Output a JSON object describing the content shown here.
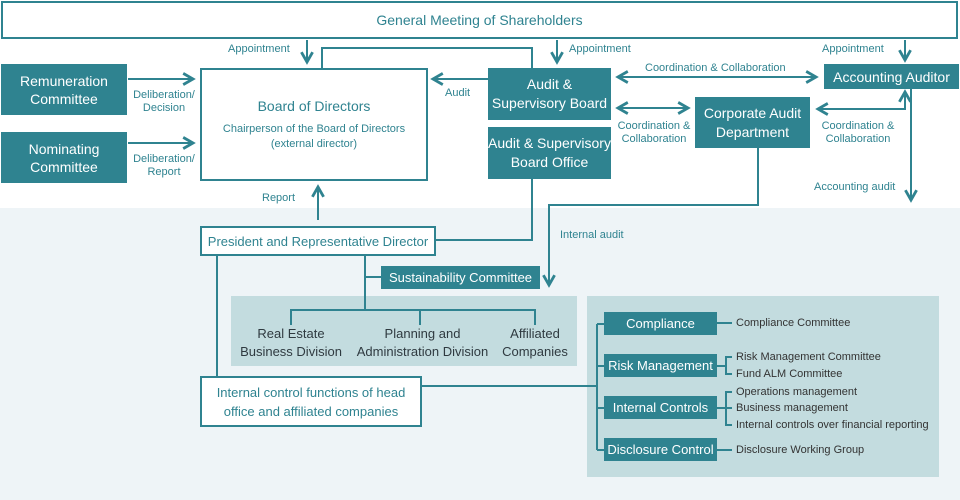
{
  "gms": "General Meeting of Shareholders",
  "remuneration": [
    "Remuneration",
    "Committee"
  ],
  "nominating": [
    "Nominating",
    "Committee"
  ],
  "board": {
    "title": "Board of Directors",
    "sub1": "Chairperson of the Board of Directors",
    "sub2": "(external director)"
  },
  "audit_board": [
    "Audit &",
    "Supervisory Board"
  ],
  "audit_office": [
    "Audit & Supervisory",
    "Board Office"
  ],
  "accounting_auditor": "Accounting Auditor",
  "corporate_audit": [
    "Corporate Audit",
    "Department"
  ],
  "president": "President and Representative Director",
  "sustainability": "Sustainability Committee",
  "divisions": {
    "real_estate": [
      "Real Estate",
      "Business Division"
    ],
    "planning": [
      "Planning and",
      "Administration Division"
    ],
    "affiliated": [
      "Affiliated",
      "Companies"
    ]
  },
  "internal_control_box": [
    "Internal control functions of head",
    "office and affiliated companies"
  ],
  "functions": {
    "compliance": "Compliance",
    "risk": "Risk Management",
    "internal_controls": "Internal Controls",
    "disclosure": "Disclosure Control"
  },
  "committees": {
    "compliance": "Compliance Committee",
    "risk_1": "Risk Management Committee",
    "risk_2": "Fund ALM Committee",
    "ic_1": "Operations management",
    "ic_2": "Business management",
    "ic_3": "Internal controls over financial reporting",
    "disclosure": "Disclosure Working Group"
  },
  "labels": {
    "appointment": "Appointment",
    "deliberation_decision": [
      "Deliberation/",
      "Decision"
    ],
    "deliberation_report": [
      "Deliberation/",
      "Report"
    ],
    "audit": "Audit",
    "coordination_top": "Coordination & Collaboration",
    "coordination_mid": [
      "Coordination &",
      "Collaboration"
    ],
    "coordination_right": [
      "Coordination &",
      "Collaboration"
    ],
    "report": "Report",
    "accounting_audit": "Accounting audit",
    "internal_audit": "Internal audit"
  },
  "colors": {
    "teal": "#2f8390",
    "panel": "#c3dcdf",
    "background": "#eef4f7"
  }
}
